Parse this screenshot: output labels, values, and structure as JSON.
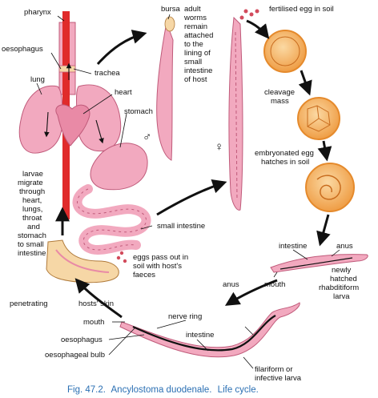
{
  "labels": {
    "pharynx": "pharynx",
    "oesophagus_top": "oesophagus",
    "trachea": "trachea",
    "lung": "lung",
    "heart": "heart",
    "stomach": "stomach",
    "bursa": "bursa",
    "adult_worms": [
      "adult",
      "worms",
      "remain",
      "attached",
      "to the",
      "lining of",
      "small",
      "intestine",
      "of host"
    ],
    "fertilised_egg": "fertilised egg in soil",
    "cleavage": [
      "cleavage",
      "mass"
    ],
    "embryonated": [
      "embryonated egg",
      "hatches in soil"
    ],
    "larvae_migrate": [
      "larvae",
      "migrate",
      "through",
      "heart,",
      "lungs,",
      "throat",
      "and",
      "stomach",
      "to small",
      "intestine"
    ],
    "small_intestine": "small intestine",
    "eggs_pass": [
      "eggs pass out in",
      "soil with host's",
      "faeces"
    ],
    "rhab_intestine": "intestine",
    "rhab_anus": "anus",
    "rhab_mouth": "mouth",
    "newly_hatched": [
      "newly",
      "hatched",
      "rhabditiform",
      "larva"
    ],
    "penetrating": "penetrating",
    "hosts_skin": "hosts' skin",
    "filar_anus": "anus",
    "nerve_ring": "nerve ring",
    "filar_mouth": "mouth",
    "filar_oesophagus": "oesophagus",
    "filar_intestine": "intestine",
    "oesophageal_bulb": "oesophageal bulb",
    "filariform": [
      "filariform or",
      "infective larva"
    ]
  },
  "symbols": {
    "male": "♂",
    "female": "♀"
  },
  "caption": {
    "fig": "Fig. 47.2.",
    "species": "Ancylostoma duodenale.",
    "rest": "Life cycle."
  },
  "colors": {
    "tissue": "#f2a9bf",
    "tissue_dark": "#d9728f",
    "artery": "#e02b2b",
    "egg_shell": "#e58a2c",
    "egg_fill": "#f6c07a",
    "skin": "#f6d7a6",
    "caption": "#2a6fb3"
  }
}
